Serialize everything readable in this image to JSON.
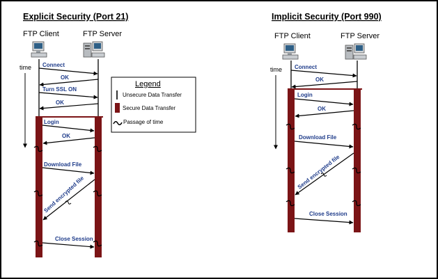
{
  "explicit": {
    "title": "Explicit Security (Port 21)",
    "client_label": "FTP Client",
    "server_label": "FTP Server",
    "time_label": "time",
    "messages": {
      "connect": "Connect",
      "ok1": "OK",
      "turn_ssl": "Turn SSL ON",
      "ok2": "OK",
      "login": "Login",
      "ok3": "OK",
      "download": "Download File",
      "send_encrypted": "Send encrypted file",
      "close": "Close Session"
    }
  },
  "implicit": {
    "title": "Implicit Security (Port 990)",
    "client_label": "FTP Client",
    "server_label": "FTP Server",
    "time_label": "time",
    "messages": {
      "connect": "Connect",
      "ok1": "OK",
      "login": "Login",
      "ok2": "OK",
      "download": "Download File",
      "send_encrypted": "Send encrypted file",
      "close": "Close Session"
    }
  },
  "legend": {
    "title": "Legend",
    "unsecure": "Unsecure Data Transfer",
    "secure": "Secure Data Transfer",
    "passage": "Passage of time"
  },
  "colors": {
    "secure_bar": "#7b1416",
    "arrow": "#000000",
    "label_text": "#1f3c8a"
  }
}
